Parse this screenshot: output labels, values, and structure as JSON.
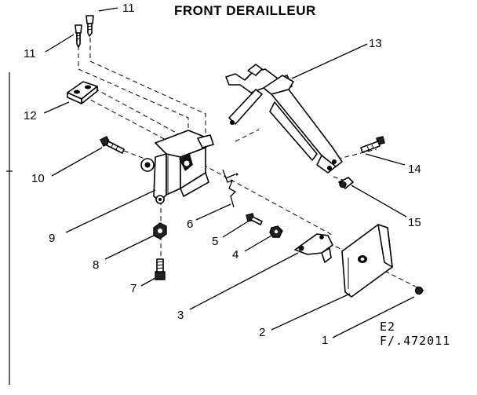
{
  "diagram": {
    "title": "FRONT DERAILLEUR",
    "reference_line_1": "E2",
    "reference_line_2": "F/.472011",
    "callouts": [
      {
        "id": "callout-1",
        "label": "1"
      },
      {
        "id": "callout-2",
        "label": "2"
      },
      {
        "id": "callout-3",
        "label": "3"
      },
      {
        "id": "callout-4",
        "label": "4"
      },
      {
        "id": "callout-5",
        "label": "5"
      },
      {
        "id": "callout-6",
        "label": "6"
      },
      {
        "id": "callout-7",
        "label": "7"
      },
      {
        "id": "callout-8",
        "label": "8"
      },
      {
        "id": "callout-9",
        "label": "9"
      },
      {
        "id": "callout-10",
        "label": "10"
      },
      {
        "id": "callout-11a",
        "label": "11"
      },
      {
        "id": "callout-11b",
        "label": "11"
      },
      {
        "id": "callout-12",
        "label": "12"
      },
      {
        "id": "callout-13",
        "label": "13"
      },
      {
        "id": "callout-14",
        "label": "14"
      },
      {
        "id": "callout-15",
        "label": "15"
      }
    ]
  }
}
